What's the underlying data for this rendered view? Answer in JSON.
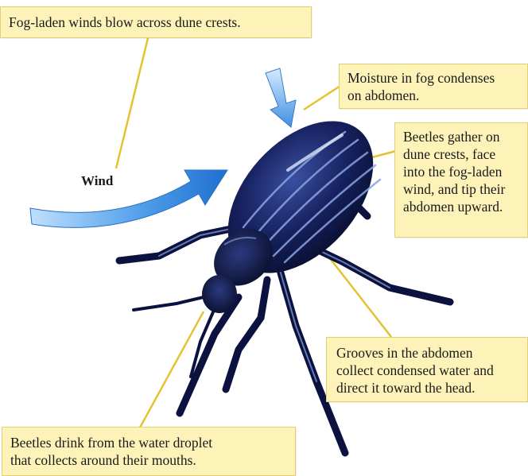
{
  "wind_label": "Wind",
  "callouts": {
    "fog": [
      "Fog-laden winds blow across dune crests."
    ],
    "moisture": [
      "Moisture in fog condenses",
      "on abdomen."
    ],
    "gather": [
      "Beetles gather on",
      "dune crests, face",
      "into the fog-laden",
      "wind, and tip their",
      "abdomen upward."
    ],
    "grooves": [
      "Grooves in the abdomen",
      "collect condensed water and",
      "direct it toward the head."
    ],
    "drink": [
      "Beetles drink from the water droplet",
      "that collects around their mouths."
    ]
  },
  "colors": {
    "callout_fill": "#fdf3b8",
    "leader_line": "#e5c232",
    "wind_arrow": "#3a8fe0",
    "beetle_body": "#101a4a"
  }
}
